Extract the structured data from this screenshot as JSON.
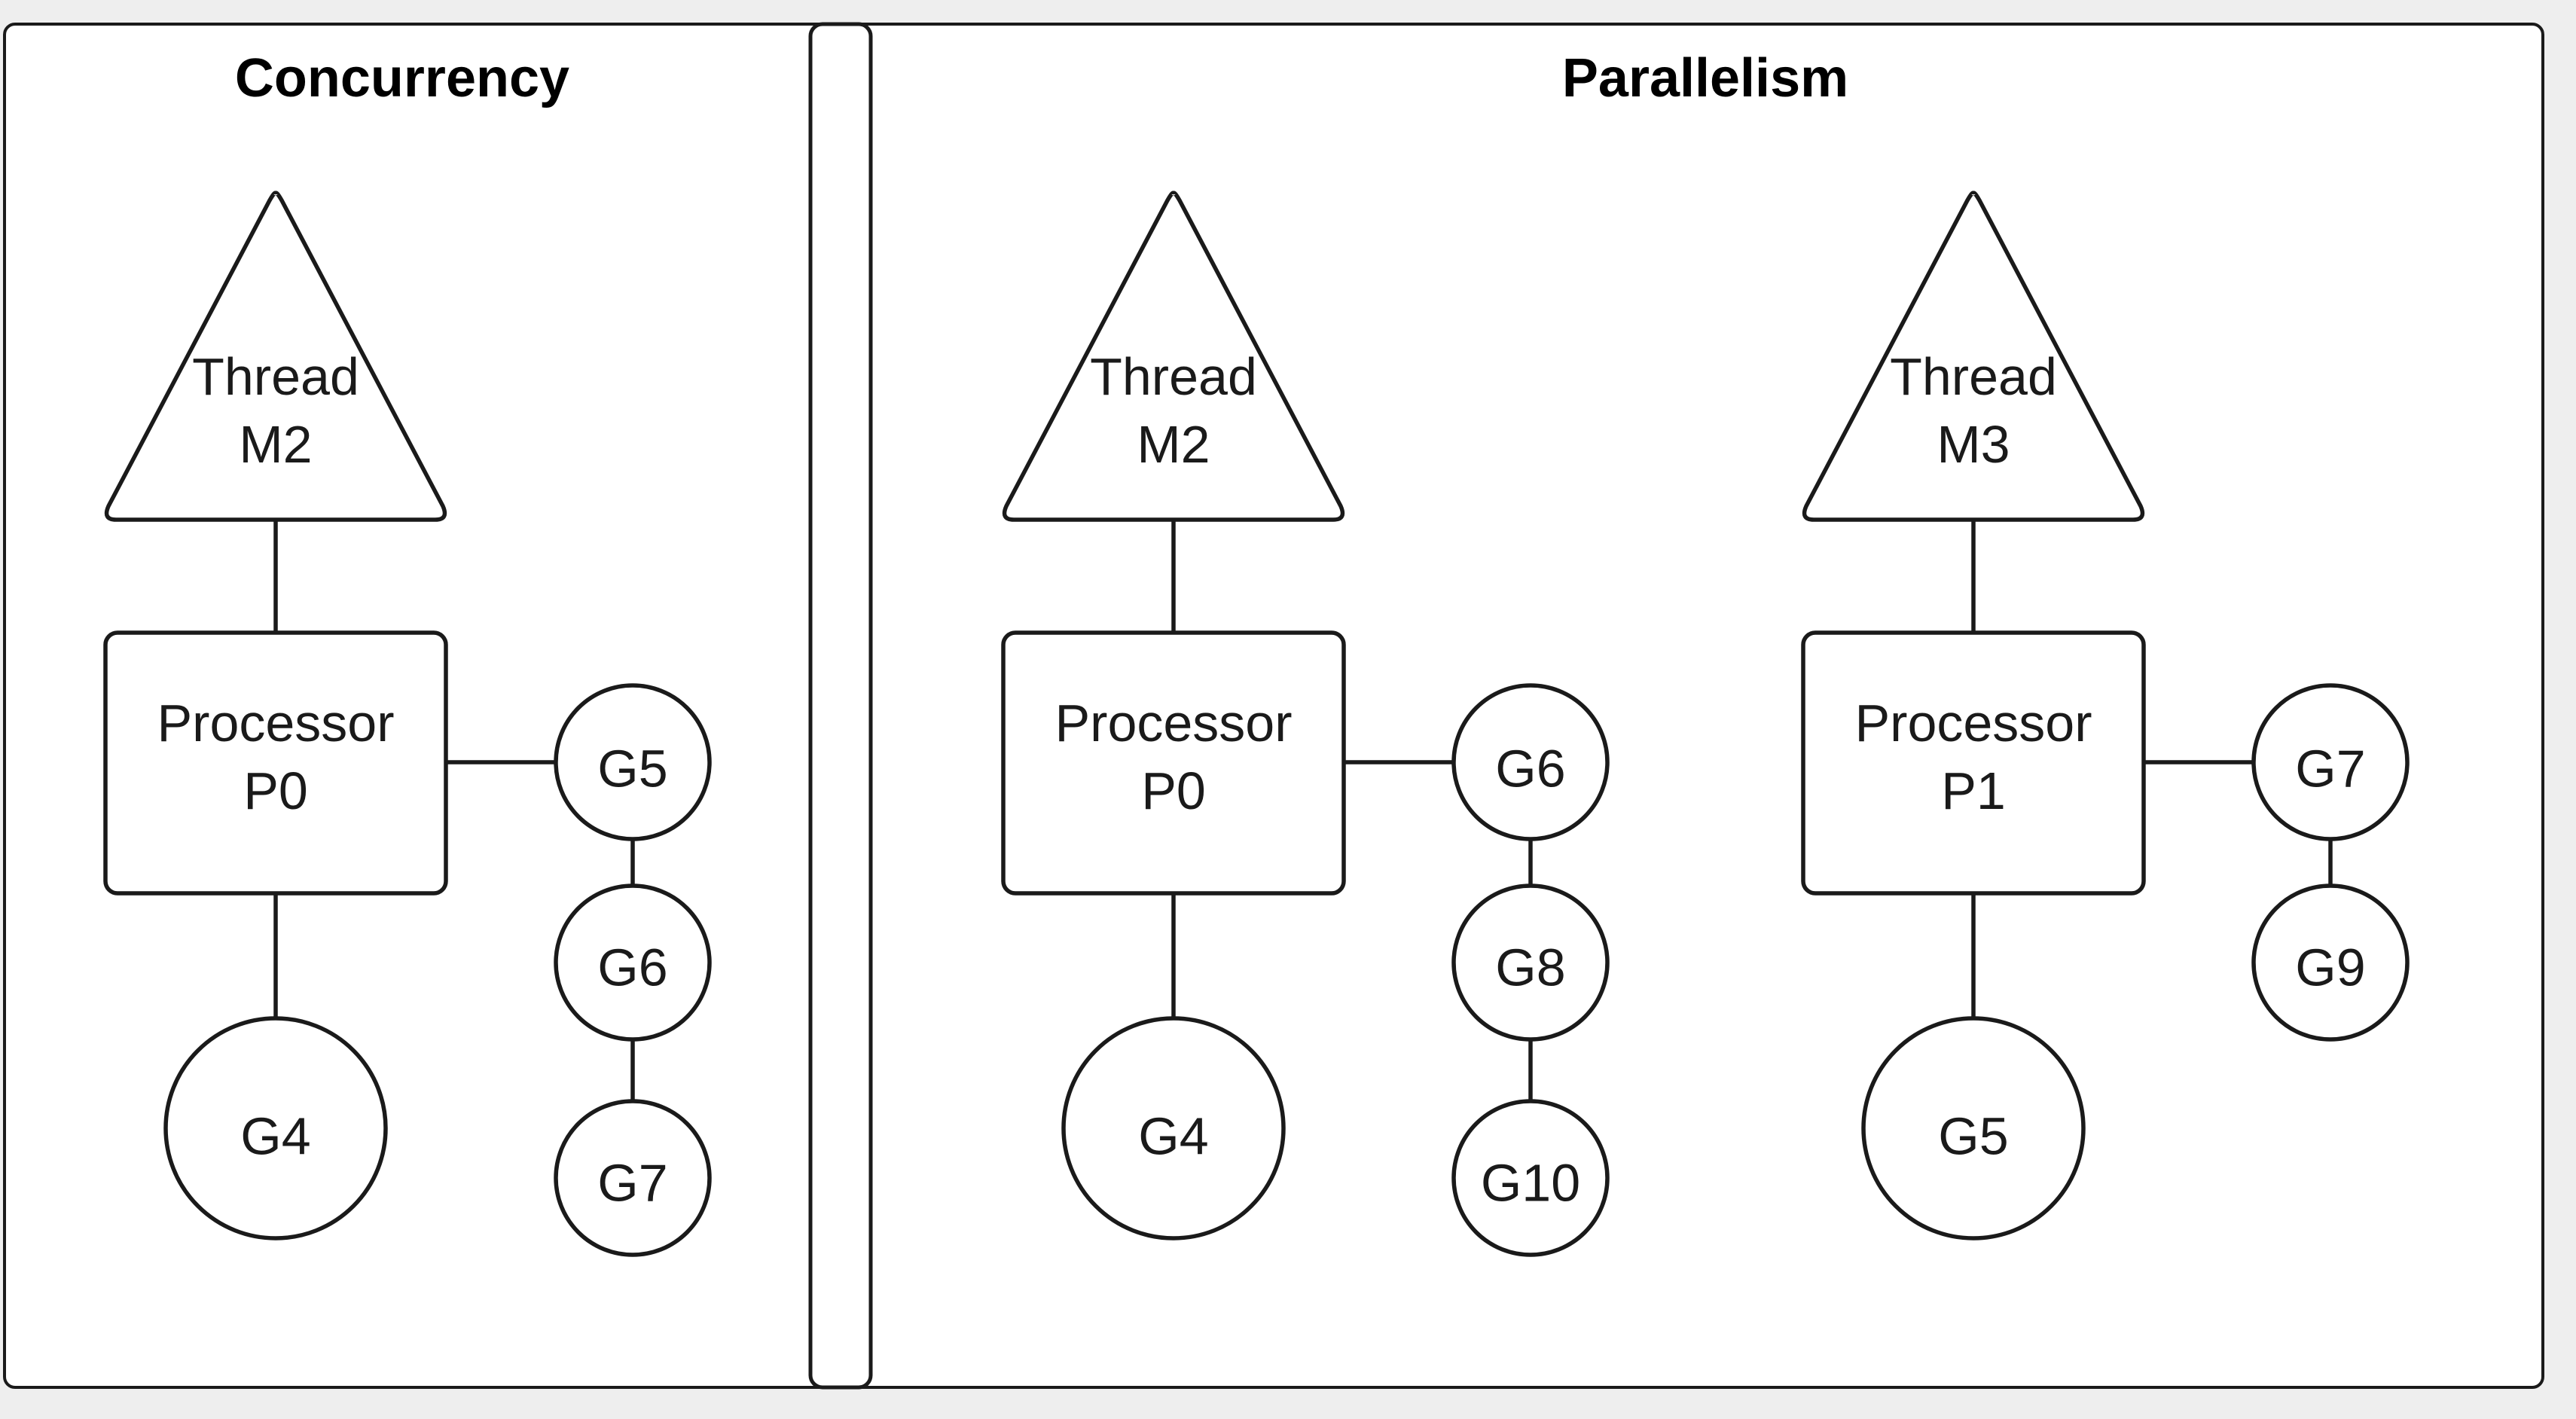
{
  "concurrency": {
    "title": "Concurrency",
    "thread": {
      "line1": "Thread",
      "line2": "M2"
    },
    "processor": {
      "line1": "Processor",
      "line2": "P0"
    },
    "running_goroutine": "G4",
    "queue": [
      "G5",
      "G6",
      "G7"
    ]
  },
  "parallelism": {
    "title": "Parallelism",
    "groups": [
      {
        "thread": {
          "line1": "Thread",
          "line2": "M2"
        },
        "processor": {
          "line1": "Processor",
          "line2": "P0"
        },
        "running_goroutine": "G4",
        "queue": [
          "G6",
          "G8",
          "G10"
        ]
      },
      {
        "thread": {
          "line1": "Thread",
          "line2": "M3"
        },
        "processor": {
          "line1": "Processor",
          "line2": "P1"
        },
        "running_goroutine": "G5",
        "queue": [
          "G7",
          "G9"
        ]
      }
    ]
  },
  "colors": {
    "background": "#eeeeee",
    "panel": "#ffffff",
    "stroke": "#1a1a1a"
  }
}
